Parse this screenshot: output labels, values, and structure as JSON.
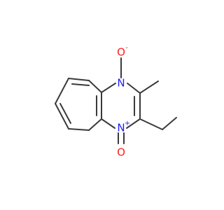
{
  "molecule": {
    "atoms": {
      "n1": {
        "symbol": "N",
        "charge": "",
        "color": "#1d1dff"
      },
      "o1": {
        "symbol": "O",
        "charge": "-",
        "color": "#ff1d1d"
      },
      "n4": {
        "symbol": "N",
        "charge": "+",
        "color": "#1d1dff"
      },
      "o4": {
        "symbol": "O",
        "charge": "",
        "color": "#ff1d1d"
      }
    },
    "bond_color": "#3a3a3a"
  }
}
